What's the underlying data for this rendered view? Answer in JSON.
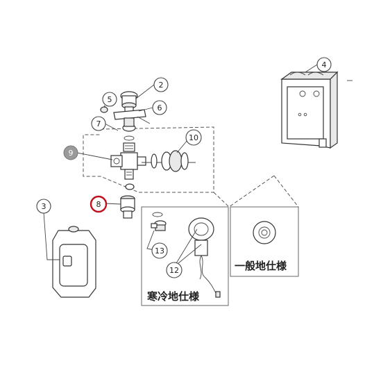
{
  "callouts": {
    "c2": "2",
    "c3": "3",
    "c4": "4",
    "c5": "5",
    "c6": "6",
    "c7": "7",
    "c8": "8",
    "c9": "9",
    "c10": "10",
    "c12": "12",
    "c13": "13"
  },
  "captions": {
    "cold_region": "寒冷地仕様",
    "standard": "一般地仕様"
  },
  "colors": {
    "highlight_ring": "#c0101e",
    "grey_bubble": "#9a9a9a"
  }
}
